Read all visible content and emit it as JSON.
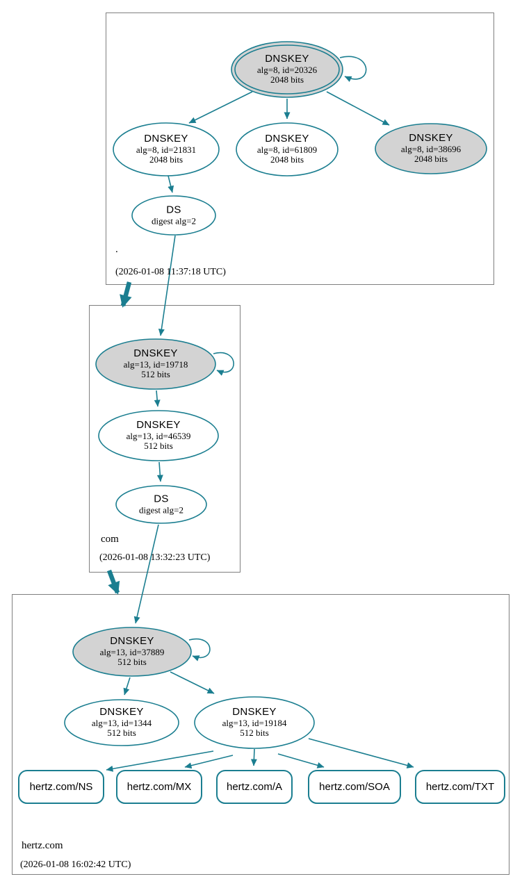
{
  "colors": {
    "edge_teal": "#1b7e90",
    "sep_key_fill": "#d3d3d3",
    "zone_border_gray": "#7f7f7f"
  },
  "zones": {
    "root": {
      "name": ".",
      "timestamp": "(2026-01-08 11:37:18 UTC)",
      "nodes": {
        "ksk": {
          "title": "DNSKEY",
          "detail": "alg=8, id=20326",
          "bits": "2048 bits"
        },
        "zsk_a": {
          "title": "DNSKEY",
          "detail": "alg=8, id=21831",
          "bits": "2048 bits"
        },
        "zsk_b": {
          "title": "DNSKEY",
          "detail": "alg=8, id=61809",
          "bits": "2048 bits"
        },
        "zsk_c": {
          "title": "DNSKEY",
          "detail": "alg=8, id=38696",
          "bits": "2048 bits"
        },
        "ds": {
          "title": "DS",
          "detail": "digest alg=2"
        }
      }
    },
    "com": {
      "name": "com",
      "timestamp": "(2026-01-08 13:32:23 UTC)",
      "nodes": {
        "ksk": {
          "title": "DNSKEY",
          "detail": "alg=13, id=19718",
          "bits": "512 bits"
        },
        "zsk": {
          "title": "DNSKEY",
          "detail": "alg=13, id=46539",
          "bits": "512 bits"
        },
        "ds": {
          "title": "DS",
          "detail": "digest alg=2"
        }
      }
    },
    "hertz": {
      "name": "hertz.com",
      "timestamp": "(2026-01-08 16:02:42 UTC)",
      "nodes": {
        "ksk": {
          "title": "DNSKEY",
          "detail": "alg=13, id=37889",
          "bits": "512 bits"
        },
        "zsk_a": {
          "title": "DNSKEY",
          "detail": "alg=13, id=1344",
          "bits": "512 bits"
        },
        "zsk_b": {
          "title": "DNSKEY",
          "detail": "alg=13, id=19184",
          "bits": "512 bits"
        }
      },
      "rrsets": [
        {
          "label": "hertz.com/NS"
        },
        {
          "label": "hertz.com/MX"
        },
        {
          "label": "hertz.com/A"
        },
        {
          "label": "hertz.com/SOA"
        },
        {
          "label": "hertz.com/TXT"
        }
      ]
    }
  }
}
